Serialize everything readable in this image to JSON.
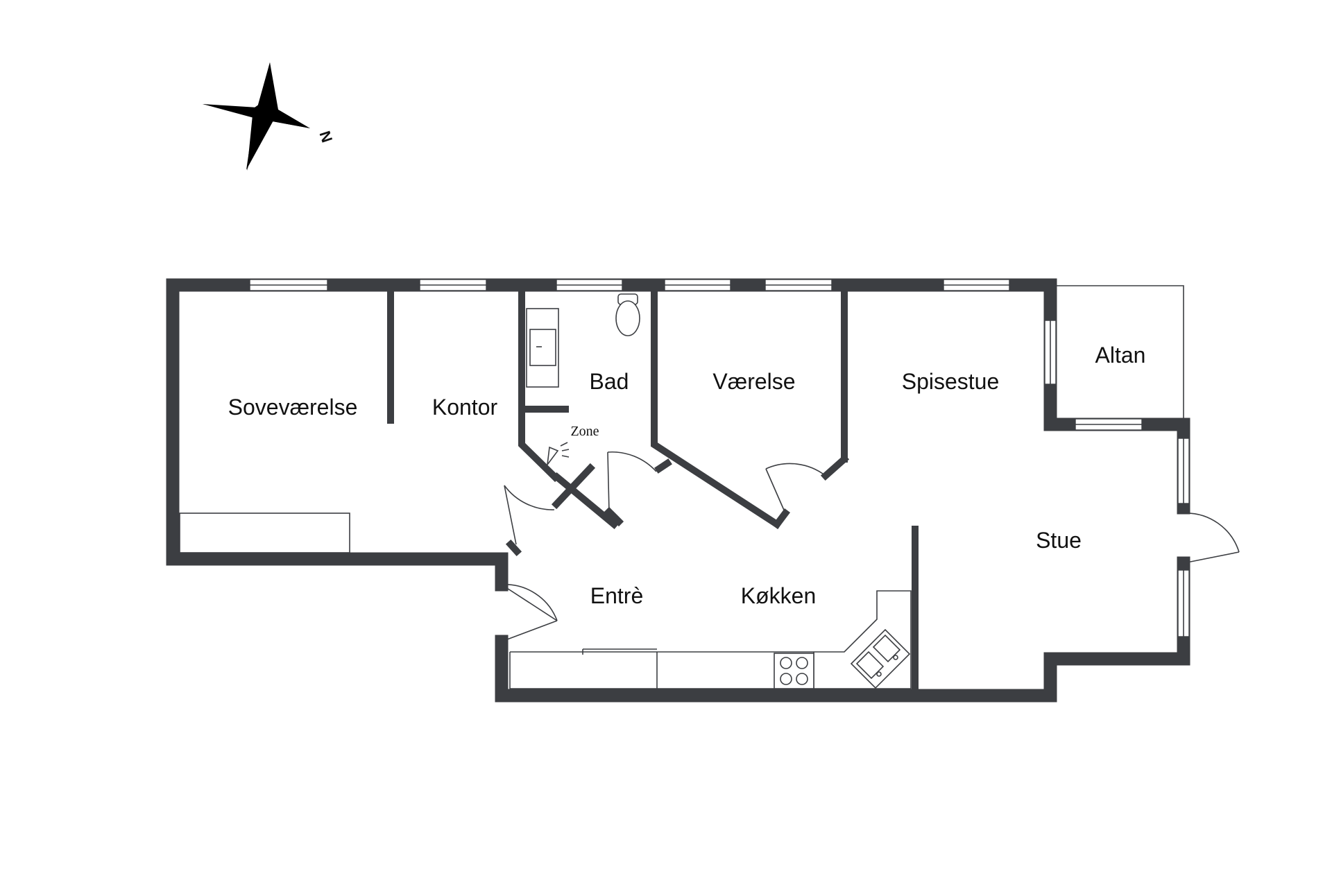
{
  "compass": {
    "icon": "compass-rose-icon",
    "letter": "N"
  },
  "rooms": {
    "sovevaerelse": "Soveværelse",
    "kontor": "Kontor",
    "bad": "Bad",
    "vaerelse": "Værelse",
    "spisestue": "Spisestue",
    "altan": "Altan",
    "stue": "Stue",
    "entre": "Entrè",
    "koekken": "Køkken"
  },
  "zone": "Zone",
  "colors": {
    "wall": "#3c3e42",
    "background": "#ffffff"
  }
}
